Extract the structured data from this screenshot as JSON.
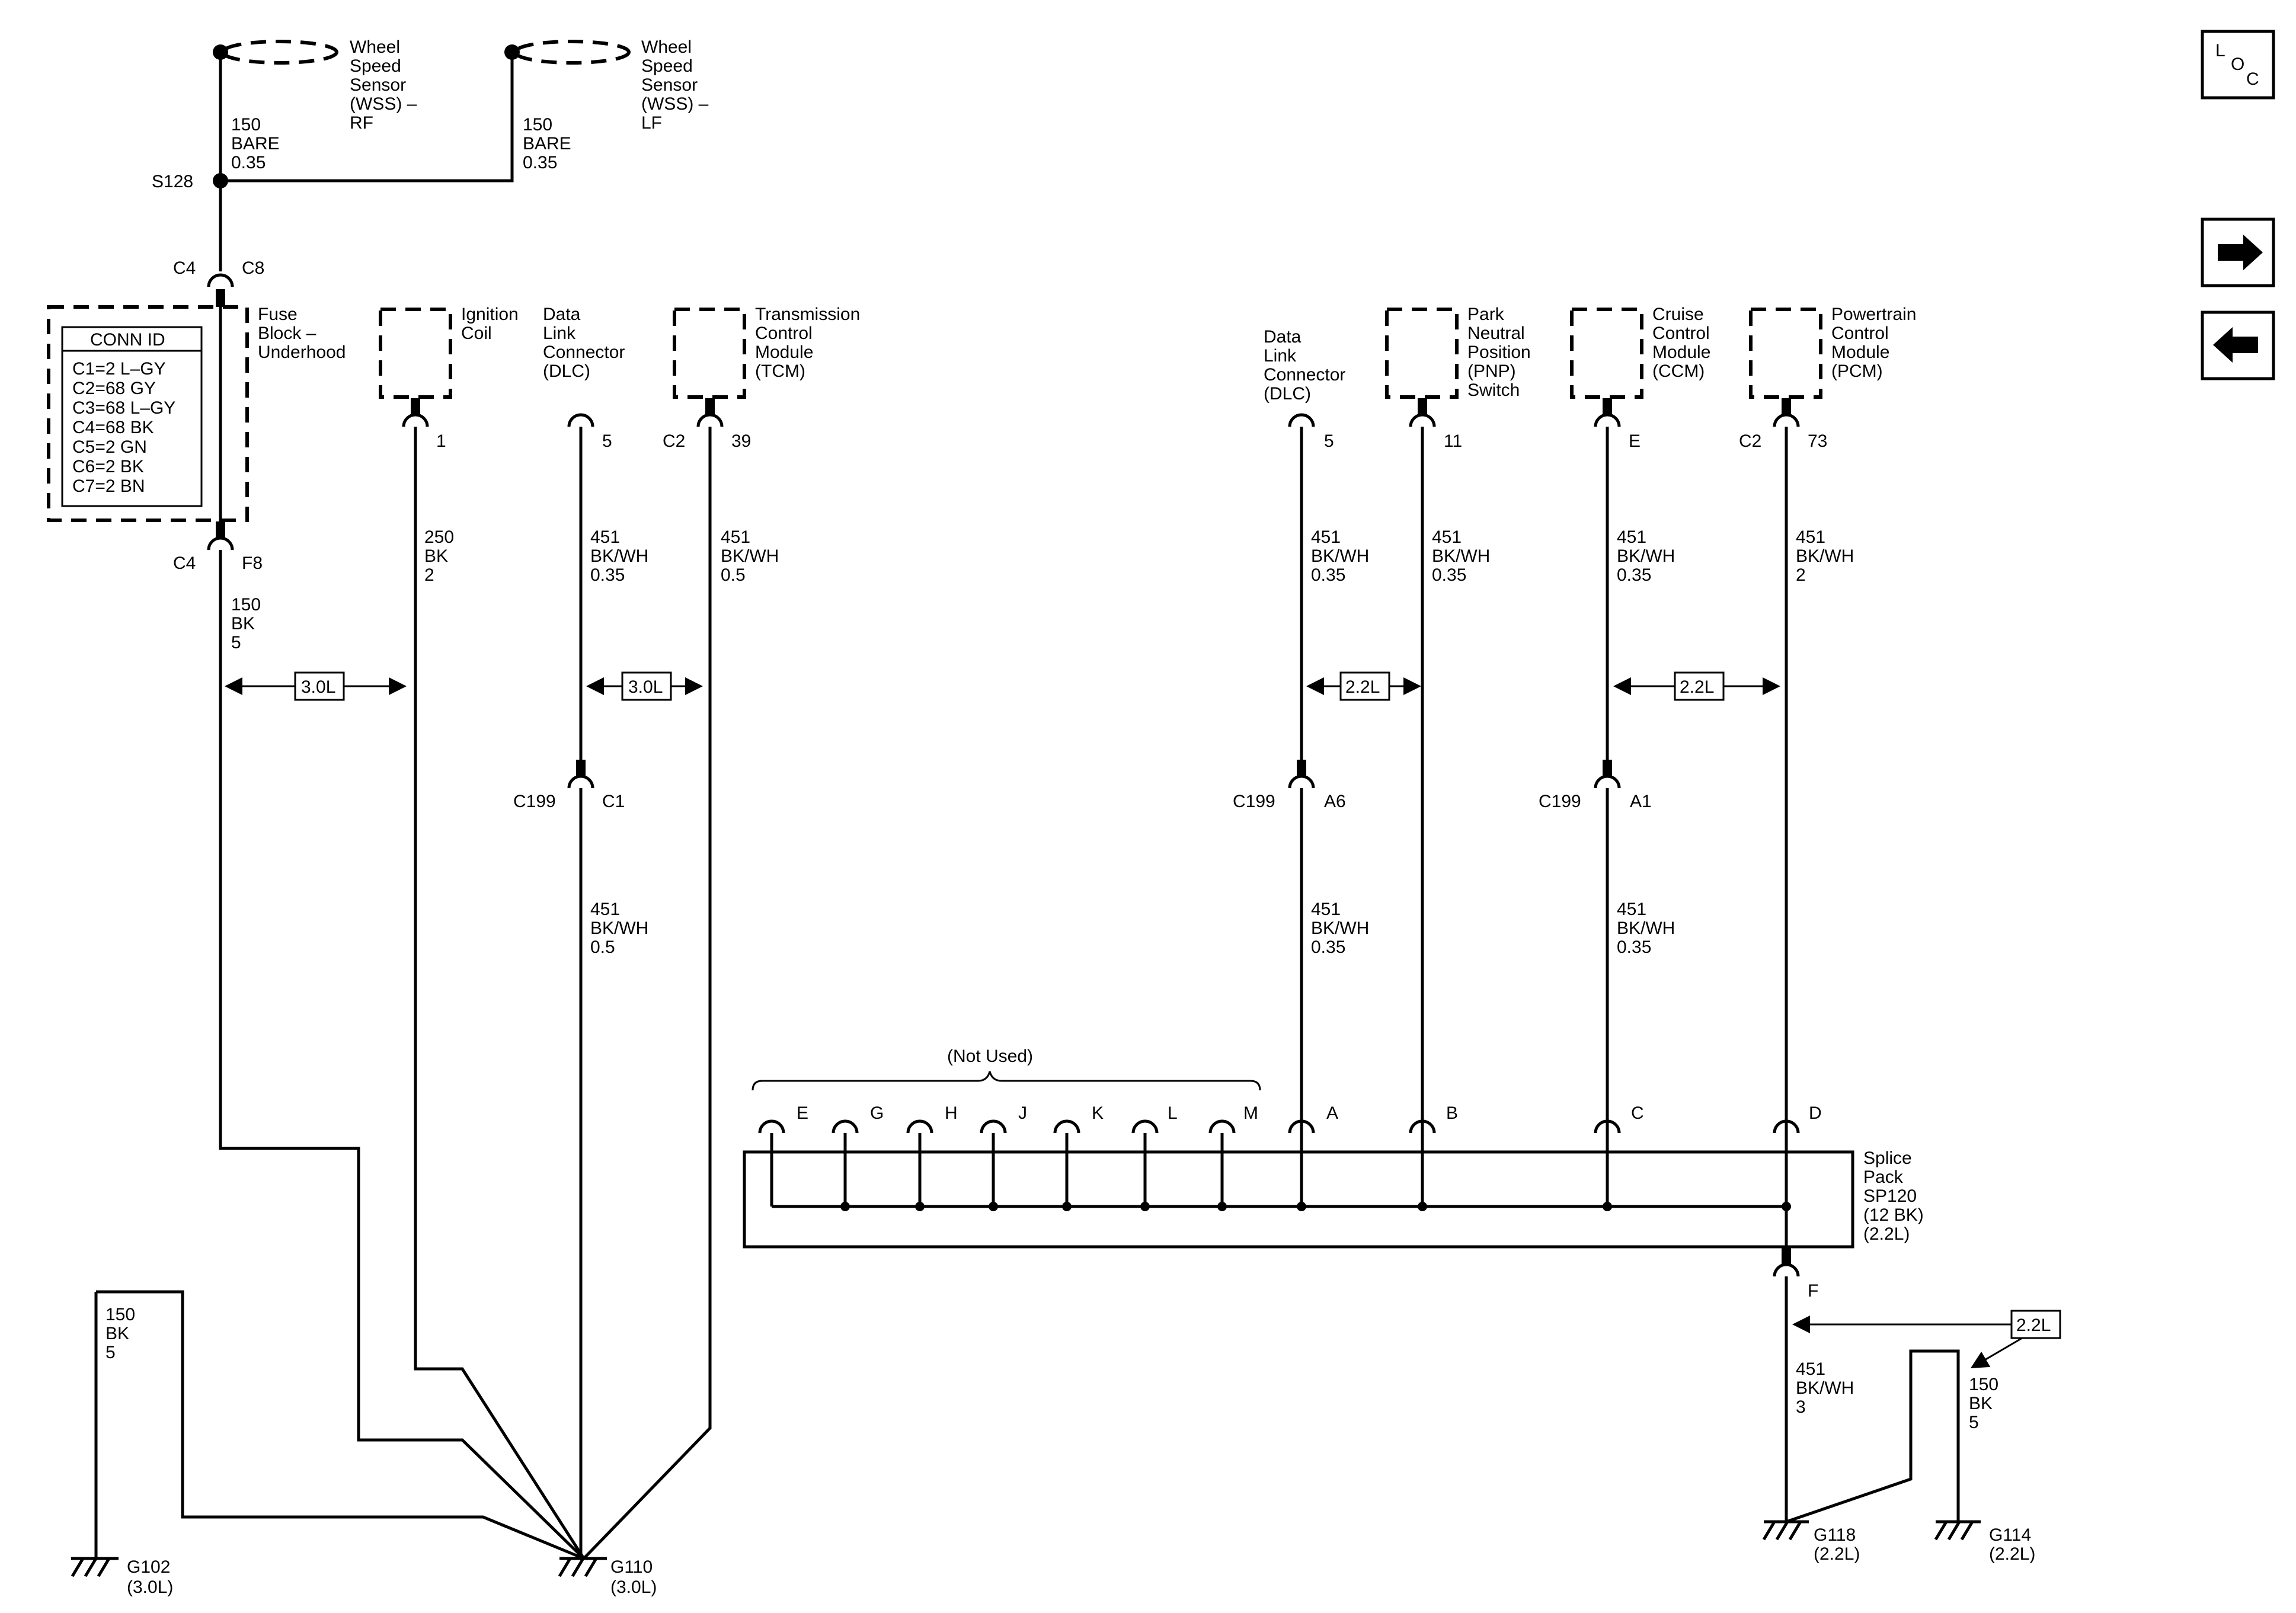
{
  "loc": {
    "l": "L",
    "o": "O",
    "c": "C"
  },
  "nav": {
    "forward": "forward-arrow",
    "back": "back-arrow"
  },
  "top": {
    "wss_rf": [
      "Wheel",
      "Speed",
      "Sensor",
      "(WSS) –",
      "RF"
    ],
    "wss_lf": [
      "Wheel",
      "Speed",
      "Sensor",
      "(WSS) –",
      "LF"
    ],
    "wire_rf": [
      "150",
      "BARE",
      "0.35"
    ],
    "wire_lf": [
      "150",
      "BARE",
      "0.35"
    ],
    "splice": "S128",
    "c4_top": "C4",
    "c8": "C8",
    "c4_bot": "C4",
    "f8": "F8",
    "fuse_block": [
      "Fuse",
      "Block –",
      "Underhood"
    ],
    "wire_150": [
      "150",
      "BK",
      "5"
    ]
  },
  "conn_id": {
    "title": "CONN ID",
    "rows": [
      "C1=2 L–GY",
      "C2=68 GY",
      "C3=68 L–GY",
      "C4=68 BK",
      "C5=2 GN",
      "C6=2 BK",
      "C7=2 BN"
    ]
  },
  "components": {
    "ignition": [
      "Ignition",
      "Coil"
    ],
    "dlc1": [
      "Data",
      "Link",
      "Connector",
      "(DLC)"
    ],
    "tcm": [
      "Transmission",
      "Control",
      "Module",
      "(TCM)"
    ],
    "dlc2": [
      "Data",
      "Link",
      "Connector",
      "(DLC)"
    ],
    "pnp": [
      "Park",
      "Neutral",
      "Position",
      "(PNP)",
      "Switch"
    ],
    "ccm": [
      "Cruise",
      "Control",
      "Module",
      "(CCM)"
    ],
    "pcm": [
      "Powertrain",
      "Control",
      "Module",
      "(PCM)"
    ]
  },
  "pins": {
    "ign": "1",
    "dlc1": "5",
    "tcm_c": "C2",
    "tcm": "39",
    "dlc2": "5",
    "pnp": "11",
    "ccm": "E",
    "pcm_c": "C2",
    "pcm": "73"
  },
  "wires": {
    "ign": [
      "250",
      "BK",
      "2"
    ],
    "dlc1": [
      "451",
      "BK/WH",
      "0.35"
    ],
    "tcm": [
      "451",
      "BK/WH",
      "0.5"
    ],
    "dlc2": [
      "451",
      "BK/WH",
      "0.35"
    ],
    "pnp": [
      "451",
      "BK/WH",
      "0.35"
    ],
    "ccm": [
      "451",
      "BK/WH",
      "0.35"
    ],
    "pcm": [
      "451",
      "BK/WH",
      "2"
    ],
    "dlc1_low": [
      "451",
      "BK/WH",
      "0.5"
    ],
    "dlc2_low": [
      "451",
      "BK/WH",
      "0.35"
    ],
    "ccm_low": [
      "451",
      "BK/WH",
      "0.35"
    ],
    "g102": [
      "150",
      "BK",
      "5"
    ],
    "sp_f": [
      "451",
      "BK/WH",
      "3"
    ],
    "g114": [
      "150",
      "BK",
      "5"
    ]
  },
  "options": {
    "opt1": "3.0L",
    "opt2": "3.0L",
    "opt3": "2.2L",
    "opt4": "2.2L",
    "opt5": "2.2L"
  },
  "c199": {
    "a": "C199",
    "a_pin": "C1",
    "b": "C199",
    "b_pin": "A6",
    "c": "C199",
    "c_pin": "A1"
  },
  "splice_pack": {
    "not_used": "(Not Used)",
    "pins": [
      "E",
      "G",
      "H",
      "J",
      "K",
      "L",
      "M",
      "A",
      "B",
      "C",
      "D"
    ],
    "label": [
      "Splice",
      "Pack",
      "SP120",
      "(12 BK)",
      "(2.2L)"
    ],
    "f_pin": "F"
  },
  "grounds": {
    "g102": [
      "G102",
      "(3.0L)"
    ],
    "g110": [
      "G110",
      "(3.0L)"
    ],
    "g118": [
      "G118",
      "(2.2L)"
    ],
    "g114": [
      "G114",
      "(2.2L)"
    ]
  }
}
